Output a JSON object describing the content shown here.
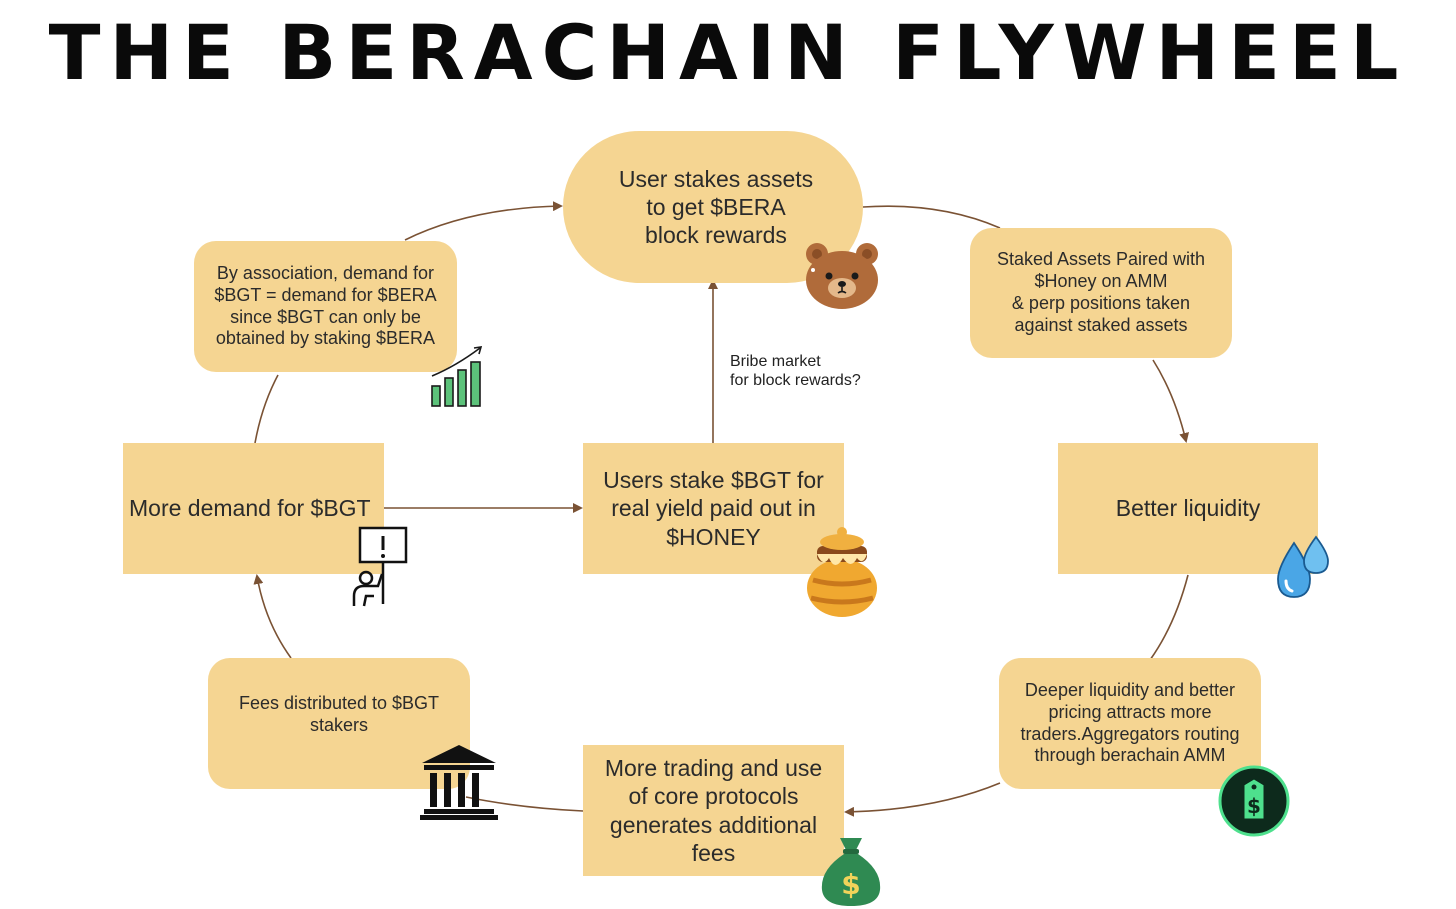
{
  "title": "THE BERACHAIN FLYWHEEL",
  "nodes": {
    "stake_bera": "User stakes assets\nto get $BERA\nblock rewards",
    "staked_paired": "Staked Assets Paired with\n$Honey on AMM\n& perp positions taken\nagainst staked assets",
    "better_liquidity": "Better liquidity",
    "deeper_liquidity": "Deeper liquidity and better\npricing attracts more\ntraders.Aggregators routing\nthrough berachain AMM",
    "more_trading": "More trading and use\nof core protocols\ngenerates additional\nfees",
    "fees_distributed": "Fees distributed to $BGT\nstakers",
    "more_demand": "More demand for $BGT",
    "by_association": "By association, demand for\n$BGT = demand for $BERA\nsince $BGT can only be\nobtained by staking $BERA",
    "stake_bgt": "Users stake $BGT for\nreal yield paid out in\n$HONEY"
  },
  "notes": {
    "bribe": "Bribe market\nfor block rewards?"
  },
  "icons": {
    "bear": "bear-face-icon",
    "growth": "bar-chart-growth-icon",
    "drops": "water-drops-icon",
    "tag": "dollar-tag-icon",
    "moneybag": "money-bag-icon",
    "bank": "bank-building-icon",
    "protest": "protest-sign-icon",
    "honey": "honey-pot-icon"
  },
  "colors": {
    "box": "#f5d592",
    "arrow": "#7a5234",
    "money_green": "#2f8a52",
    "tag_bg": "#0d2a1c",
    "tag_accent": "#4ee08d",
    "drop_blue": "#4aa6e6",
    "bear_brown": "#b06b3a",
    "honey": "#f0a830"
  }
}
